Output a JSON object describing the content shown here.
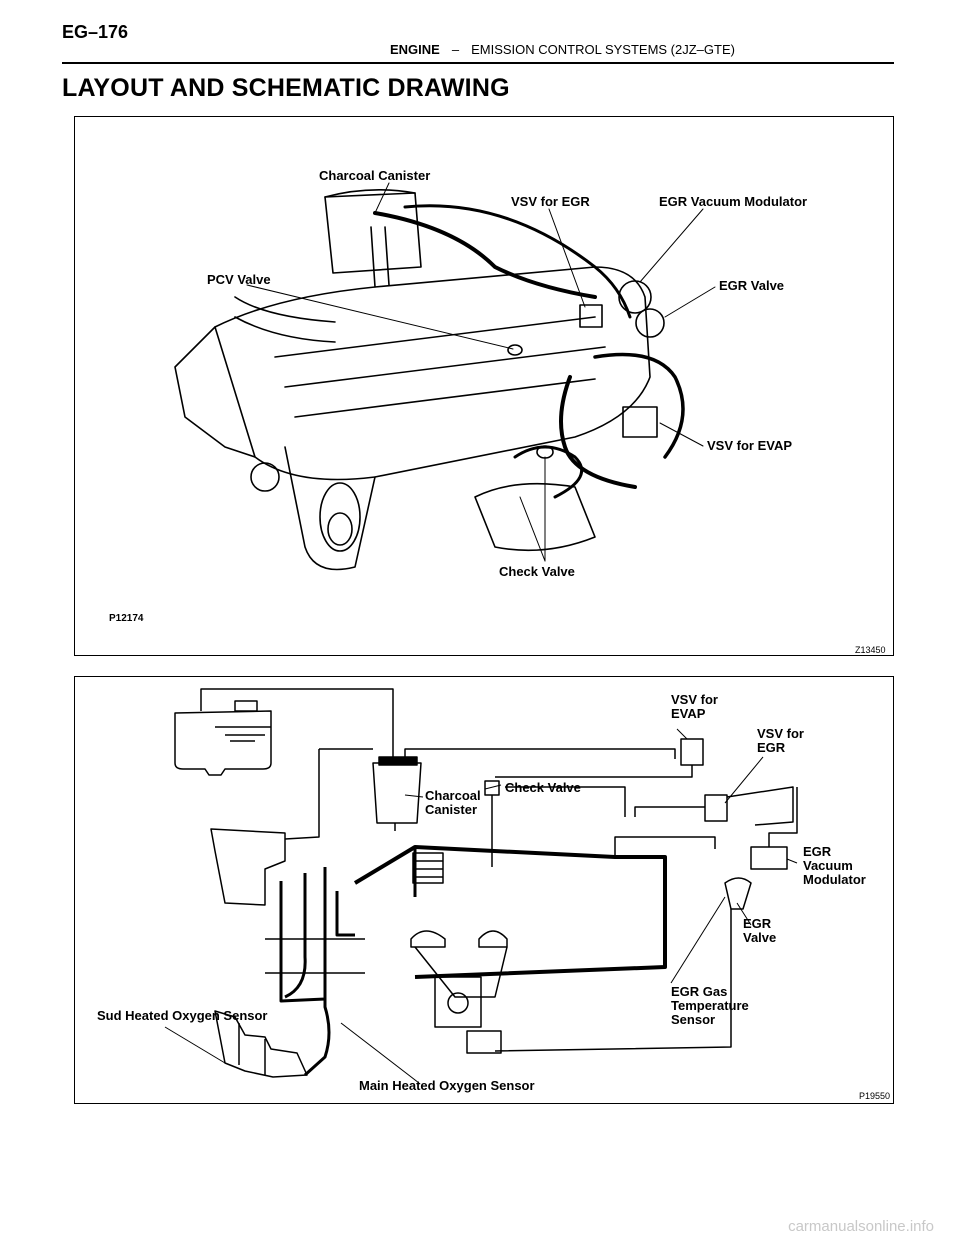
{
  "header": {
    "page_number": "EG–176",
    "chapter": "ENGINE",
    "separator": "–",
    "section": "EMISSION CONTROL SYSTEMS (2JZ–GTE)"
  },
  "title": "LAYOUT AND SCHEMATIC DRAWING",
  "layout_figure": {
    "labels": {
      "charcoal_canister": "Charcoal Canister",
      "vsv_for_egr": "VSV for EGR",
      "egr_vacuum_modulator": "EGR Vacuum Modulator",
      "pcv_valve": "PCV Valve",
      "egr_valve": "EGR Valve",
      "vsv_for_evap": "VSV for EVAP",
      "check_valve": "Check Valve"
    },
    "figure_code": "P12174",
    "illustration_code": "Z13450"
  },
  "schematic_figure": {
    "labels": {
      "vsv_for_evap": "VSV for\nEVAP",
      "vsv_for_egr": "VSV for\nEGR",
      "check_valve": "Check Valve",
      "charcoal_canister": "Charcoal\nCanister",
      "egr_vacuum_modulator": "EGR\nVacuum\nModulator",
      "egr_valve": "EGR\nValve",
      "egr_gas_temperature_sensor": "EGR Gas\nTemperature\nSensor",
      "sub_heated_oxygen_sensor": "Sud Heated Oxygen Sensor",
      "main_heated_oxygen_sensor": "Main Heated Oxygen Sensor"
    },
    "figure_code": "P19550"
  },
  "watermark": "carmanualsonline.info"
}
